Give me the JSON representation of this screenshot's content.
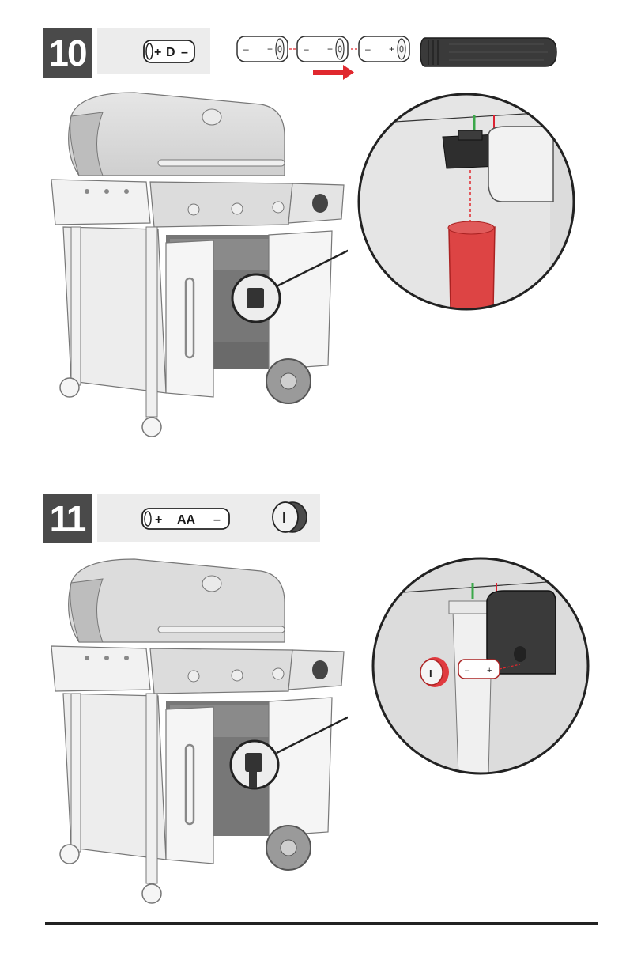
{
  "steps": [
    {
      "number": "10",
      "battery": {
        "positive": "+",
        "label": "D",
        "negative": "–"
      },
      "sequence": [
        {
          "negative": "–",
          "positive": "+"
        },
        {
          "negative": "–",
          "positive": "+"
        },
        {
          "negative": "–",
          "positive": "+"
        }
      ]
    },
    {
      "number": "11",
      "battery": {
        "positive": "+",
        "label": "AA",
        "negative": "–"
      },
      "knob_symbol": "I",
      "detail_battery": {
        "negative": "–",
        "positive": "+"
      }
    }
  ],
  "icons": [
    "d-battery-icon",
    "battery-sequence-icon",
    "battery-tube-icon",
    "red-arrow-icon",
    "grill-illustration",
    "ignition-module-detail",
    "rotate-arrow-icon",
    "aa-battery-icon",
    "ignition-knob-icon"
  ],
  "colors": {
    "step_box": "#4a4a4a",
    "strip_bg": "#ececec",
    "accent_red": "#e0282e",
    "dark_gray": "#3a3a3a"
  }
}
